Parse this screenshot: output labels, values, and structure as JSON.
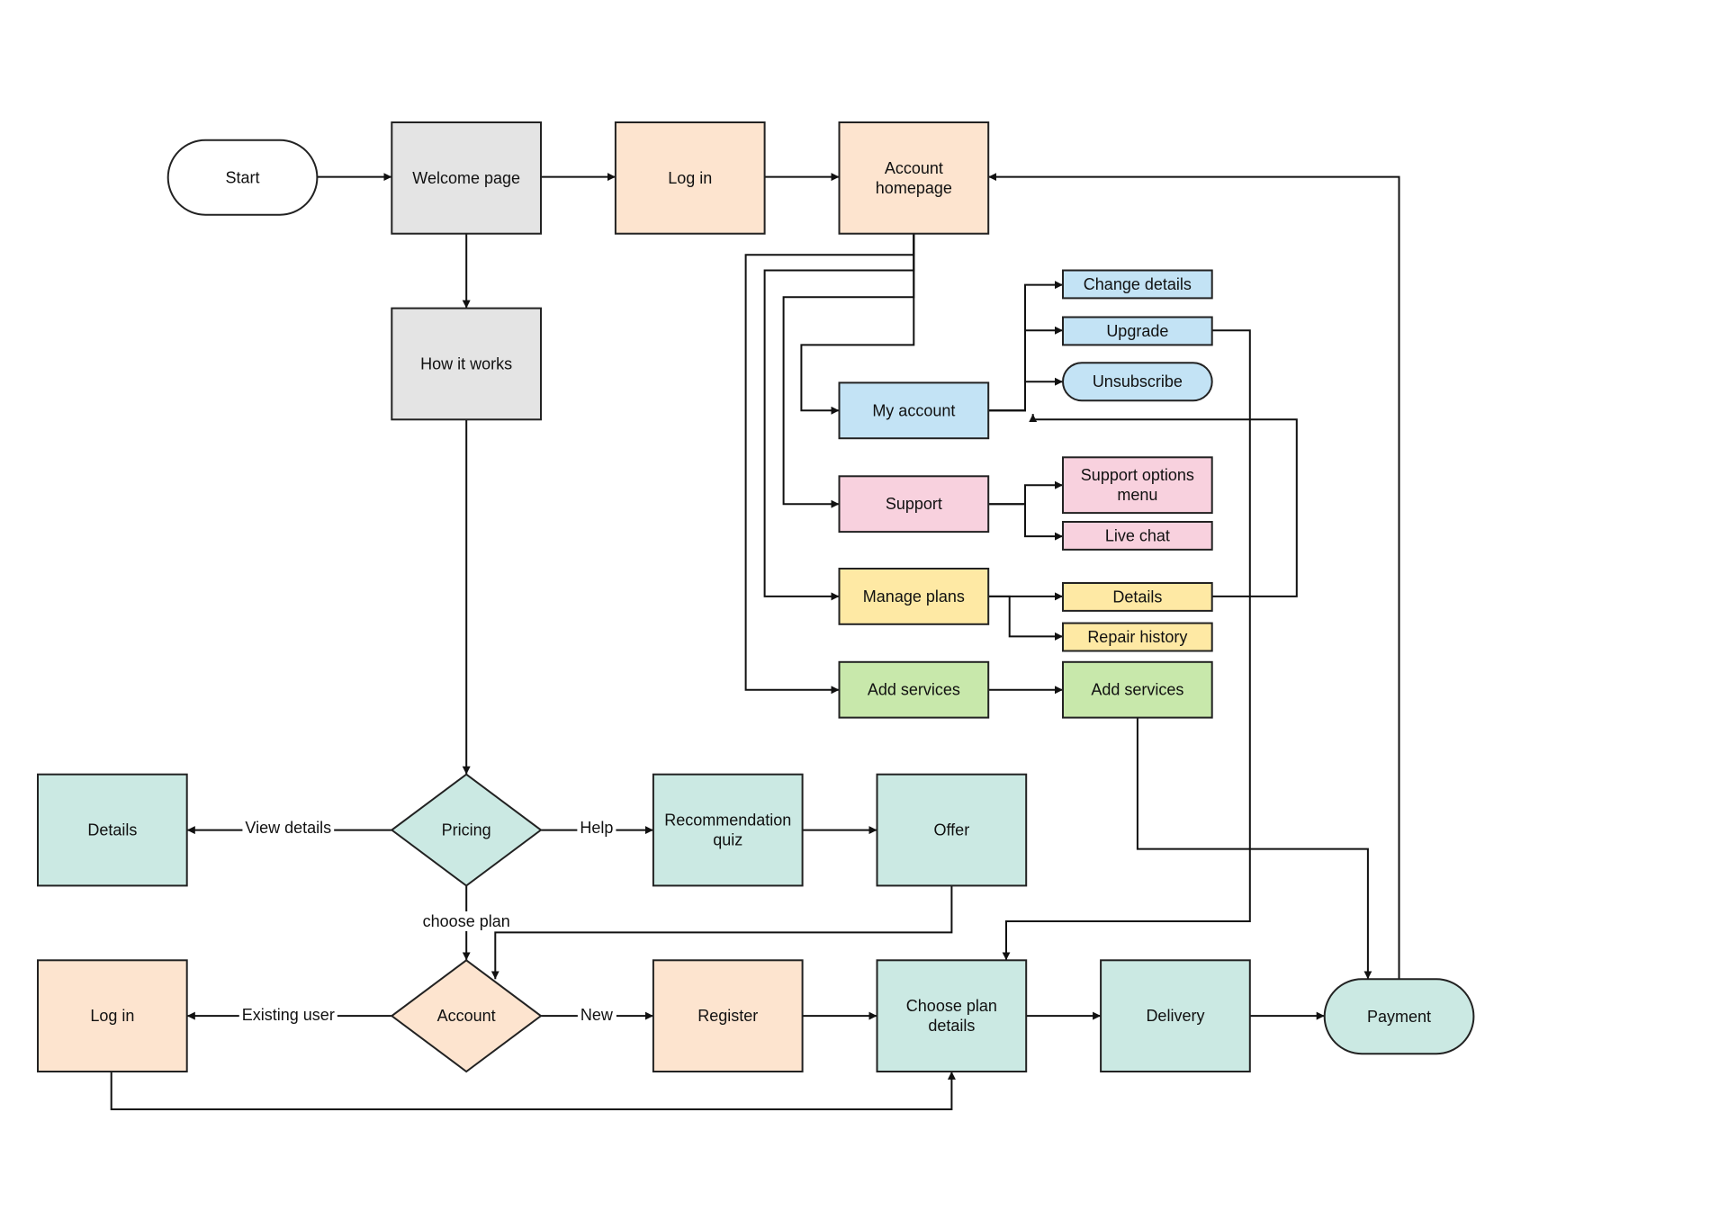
{
  "colors": {
    "gray": "#e4e4e4",
    "peach": "#fde4cf",
    "blue": "#c3e3f5",
    "pink": "#f8d1de",
    "yellow": "#fee9a4",
    "green": "#c8e8ab",
    "teal": "#cbe9e3",
    "white": "#ffffff"
  },
  "nodes": {
    "start": {
      "lines": [
        "Start"
      ],
      "shape": "terminator",
      "color": "white"
    },
    "welcome": {
      "lines": [
        "Welcome page"
      ],
      "shape": "process",
      "color": "gray"
    },
    "login_top": {
      "lines": [
        "Log in"
      ],
      "shape": "process",
      "color": "peach"
    },
    "account_home": {
      "lines": [
        "Account",
        "homepage"
      ],
      "shape": "process",
      "color": "peach"
    },
    "how": {
      "lines": [
        "How it works"
      ],
      "shape": "process",
      "color": "gray"
    },
    "change_details": {
      "lines": [
        "Change details"
      ],
      "shape": "process",
      "color": "blue"
    },
    "upgrade": {
      "lines": [
        "Upgrade"
      ],
      "shape": "process",
      "color": "blue"
    },
    "unsubscribe": {
      "lines": [
        "Unsubscribe"
      ],
      "shape": "terminator",
      "color": "blue"
    },
    "my_account": {
      "lines": [
        "My account"
      ],
      "shape": "process",
      "color": "blue"
    },
    "support": {
      "lines": [
        "Support"
      ],
      "shape": "process",
      "color": "pink"
    },
    "support_menu": {
      "lines": [
        "Support options",
        "menu"
      ],
      "shape": "process",
      "color": "pink"
    },
    "live_chat": {
      "lines": [
        "Live chat"
      ],
      "shape": "process",
      "color": "pink"
    },
    "manage_plans": {
      "lines": [
        "Manage plans"
      ],
      "shape": "process",
      "color": "yellow"
    },
    "plan_details": {
      "lines": [
        "Details"
      ],
      "shape": "process",
      "color": "yellow"
    },
    "repair_history": {
      "lines": [
        "Repair history"
      ],
      "shape": "process",
      "color": "yellow"
    },
    "add_services_1": {
      "lines": [
        "Add services"
      ],
      "shape": "process",
      "color": "green"
    },
    "add_services_2": {
      "lines": [
        "Add services"
      ],
      "shape": "process",
      "color": "green"
    },
    "details_left": {
      "lines": [
        "Details"
      ],
      "shape": "process",
      "color": "teal"
    },
    "pricing": {
      "lines": [
        "Pricing"
      ],
      "shape": "decision",
      "color": "teal"
    },
    "quiz": {
      "lines": [
        "Recommendation",
        "quiz"
      ],
      "shape": "process",
      "color": "teal"
    },
    "offer": {
      "lines": [
        "Offer"
      ],
      "shape": "process",
      "color": "teal"
    },
    "login_bottom": {
      "lines": [
        "Log in"
      ],
      "shape": "process",
      "color": "peach"
    },
    "account": {
      "lines": [
        "Account"
      ],
      "shape": "decision",
      "color": "peach"
    },
    "register": {
      "lines": [
        "Register"
      ],
      "shape": "process",
      "color": "peach"
    },
    "choose_plan": {
      "lines": [
        "Choose plan",
        "details"
      ],
      "shape": "process",
      "color": "teal"
    },
    "delivery": {
      "lines": [
        "Delivery"
      ],
      "shape": "process",
      "color": "teal"
    },
    "payment": {
      "lines": [
        "Payment"
      ],
      "shape": "terminator",
      "color": "teal"
    }
  },
  "edges": [
    {
      "from": "start",
      "to": "welcome"
    },
    {
      "from": "welcome",
      "to": "login_top"
    },
    {
      "from": "login_top",
      "to": "account_home"
    },
    {
      "from": "welcome",
      "to": "how"
    },
    {
      "from": "how",
      "to": "pricing"
    },
    {
      "from": "account_home",
      "to": "my_account"
    },
    {
      "from": "account_home",
      "to": "support"
    },
    {
      "from": "account_home",
      "to": "manage_plans"
    },
    {
      "from": "account_home",
      "to": "add_services_1"
    },
    {
      "from": "my_account",
      "to": "change_details"
    },
    {
      "from": "my_account",
      "to": "upgrade"
    },
    {
      "from": "my_account",
      "to": "unsubscribe"
    },
    {
      "from": "support",
      "to": "support_menu"
    },
    {
      "from": "support",
      "to": "live_chat"
    },
    {
      "from": "manage_plans",
      "to": "plan_details"
    },
    {
      "from": "manage_plans",
      "to": "repair_history"
    },
    {
      "from": "plan_details",
      "to": "my_account"
    },
    {
      "from": "add_services_1",
      "to": "add_services_2"
    },
    {
      "from": "add_services_2",
      "to": "payment"
    },
    {
      "from": "upgrade",
      "to": "choose_plan"
    },
    {
      "from": "payment",
      "to": "account_home"
    },
    {
      "from": "pricing",
      "to": "details_left",
      "label": "View details"
    },
    {
      "from": "pricing",
      "to": "quiz",
      "label": "Help"
    },
    {
      "from": "quiz",
      "to": "offer"
    },
    {
      "from": "pricing",
      "to": "account",
      "label": "choose plan"
    },
    {
      "from": "offer",
      "to": "account"
    },
    {
      "from": "account",
      "to": "login_bottom",
      "label": "Existing user"
    },
    {
      "from": "account",
      "to": "register",
      "label": "New"
    },
    {
      "from": "register",
      "to": "choose_plan"
    },
    {
      "from": "choose_plan",
      "to": "delivery"
    },
    {
      "from": "delivery",
      "to": "payment"
    },
    {
      "from": "login_bottom",
      "to": "choose_plan"
    }
  ]
}
